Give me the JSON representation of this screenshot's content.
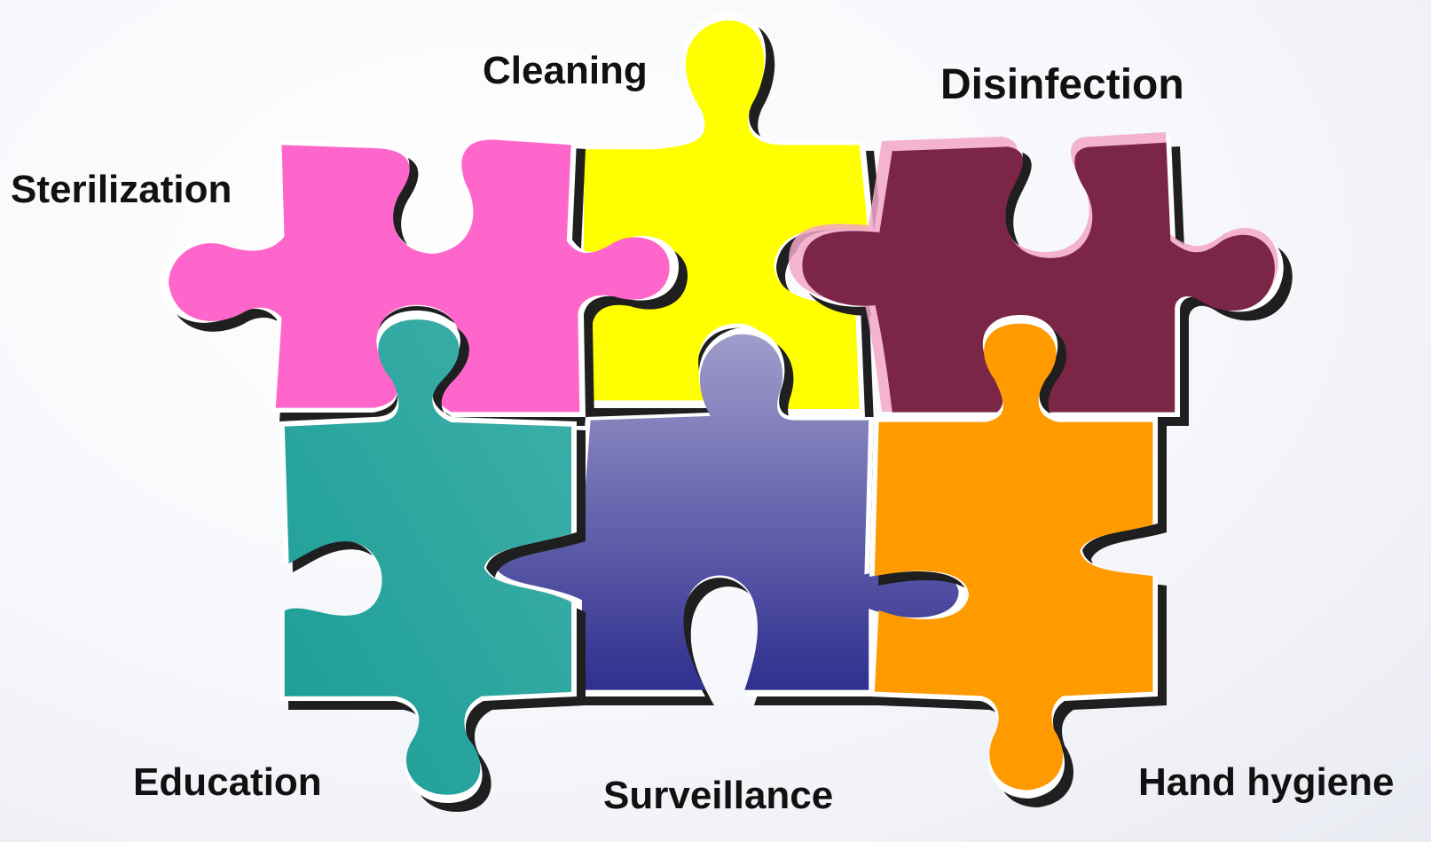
{
  "diagram": {
    "pieces": [
      {
        "id": "sterilization",
        "label": "Sterilization",
        "color": "#ff66cc"
      },
      {
        "id": "cleaning",
        "label": "Cleaning",
        "color": "#ffff00"
      },
      {
        "id": "disinfection",
        "label": "Disinfection",
        "color": "#7b2547",
        "tint": "#f2a6c6"
      },
      {
        "id": "education",
        "label": "Education",
        "color": "#3fb0aa",
        "color_dark": "#1a9d96"
      },
      {
        "id": "surveillance",
        "label": "Surveillance",
        "color_top": "#a09ccc",
        "color_bottom": "#2f2f8f"
      },
      {
        "id": "hand_hygiene",
        "label": "Hand hygiene",
        "color": "#ff9a00"
      }
    ]
  }
}
